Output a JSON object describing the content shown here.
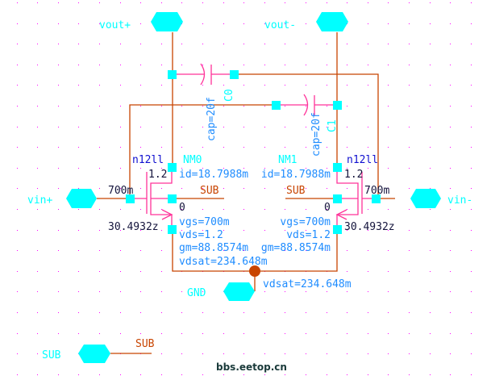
{
  "colors": {
    "wire": "#c84400",
    "device": "#ff3399",
    "pin": "#00ffff",
    "annotation": "#1e8cff",
    "grid": "#ff00ff"
  },
  "pins": {
    "vout_plus": "vout+",
    "vout_minus": "vout-",
    "vin_plus": "vin+",
    "vin_minus": "vin-",
    "gnd": "GND",
    "sub": "SUB"
  },
  "nets": {
    "sub_label": "SUB",
    "sub_left": "SUB",
    "sub_right": "SUB"
  },
  "capacitors": [
    {
      "name": "C0",
      "value": "cap=20f"
    },
    {
      "name": "C1",
      "value": "cap=20f"
    }
  ],
  "transistors": [
    {
      "name": "NM0",
      "model": "n12ll",
      "length": "1.2",
      "width": "700m",
      "area": "30.4932z",
      "body": "0",
      "id": "id=18.7988m",
      "vgs": "vgs=700m",
      "vds": "vds=1.2",
      "gm": "gm=88.8574m",
      "vdsat": "vdsat=234.648m"
    },
    {
      "name": "NM1",
      "model": "n12ll",
      "length": "1.2",
      "width": "700m",
      "area": "30.4932z",
      "body": "0",
      "id": "id=18.7988m",
      "vgs": "vgs=700m",
      "vds": "vds=1.2",
      "gm": "gm=88.8574m",
      "vdsat": "vdsat=234.648m"
    }
  ],
  "watermark": "bbs.eetop.cn"
}
